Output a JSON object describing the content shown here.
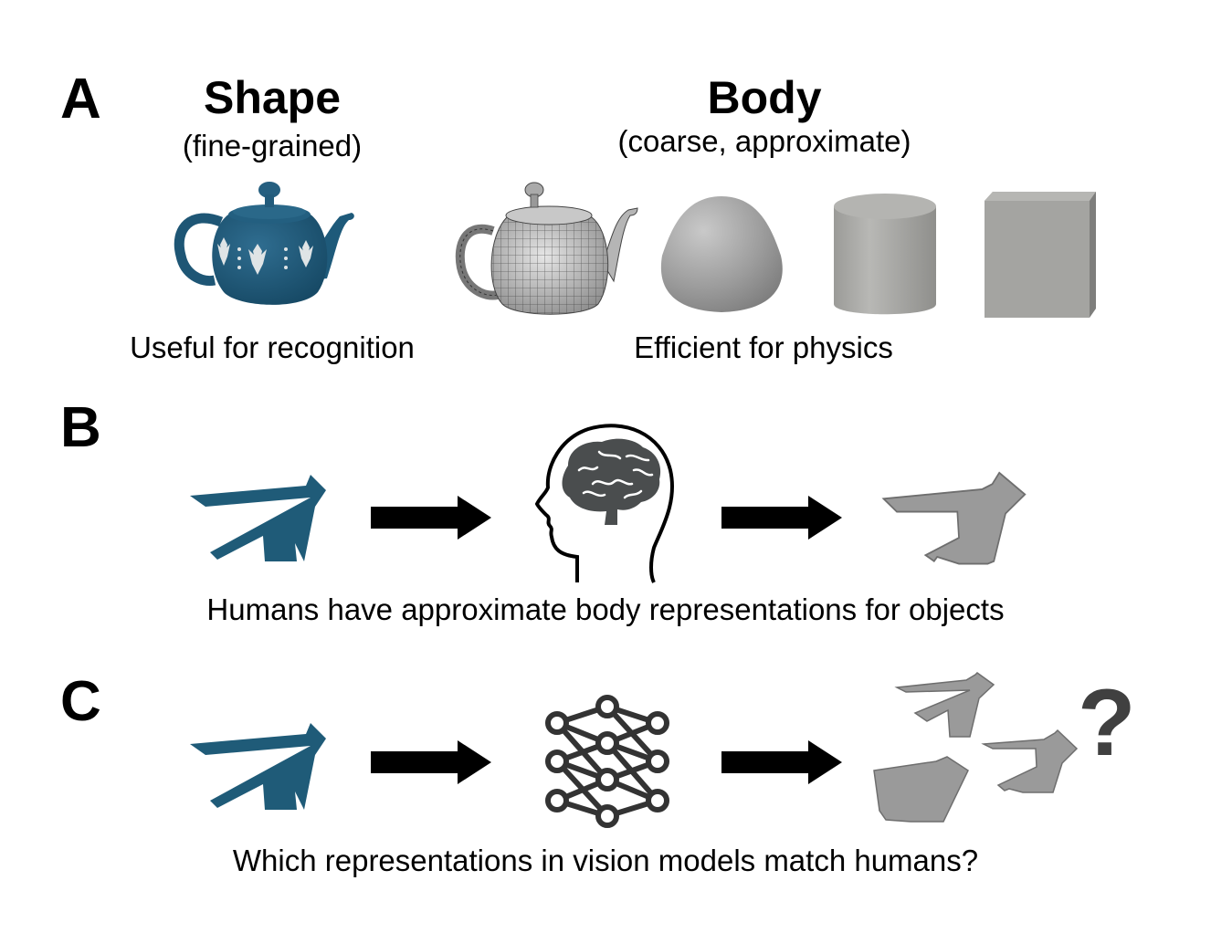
{
  "panel_a": {
    "letter": "A",
    "shape": {
      "title": "Shape",
      "subtitle": "(fine-grained)",
      "caption": "Useful for recognition"
    },
    "body": {
      "title": "Body",
      "subtitle": "(coarse, approximate)",
      "caption": "Efficient for physics"
    }
  },
  "panel_b": {
    "letter": "B",
    "caption": "Humans have approximate body representations for objects"
  },
  "panel_c": {
    "letter": "C",
    "caption": "Which representations in vision models match humans?",
    "question_mark": "?"
  },
  "colors": {
    "object_blue": "#1f5b78",
    "body_gray": "#9a9a9a",
    "body_gray_stroke": "#6e6e6e",
    "brain_gray": "#4a4d4e",
    "icon_dark": "#333333",
    "question_gray": "#404040"
  }
}
